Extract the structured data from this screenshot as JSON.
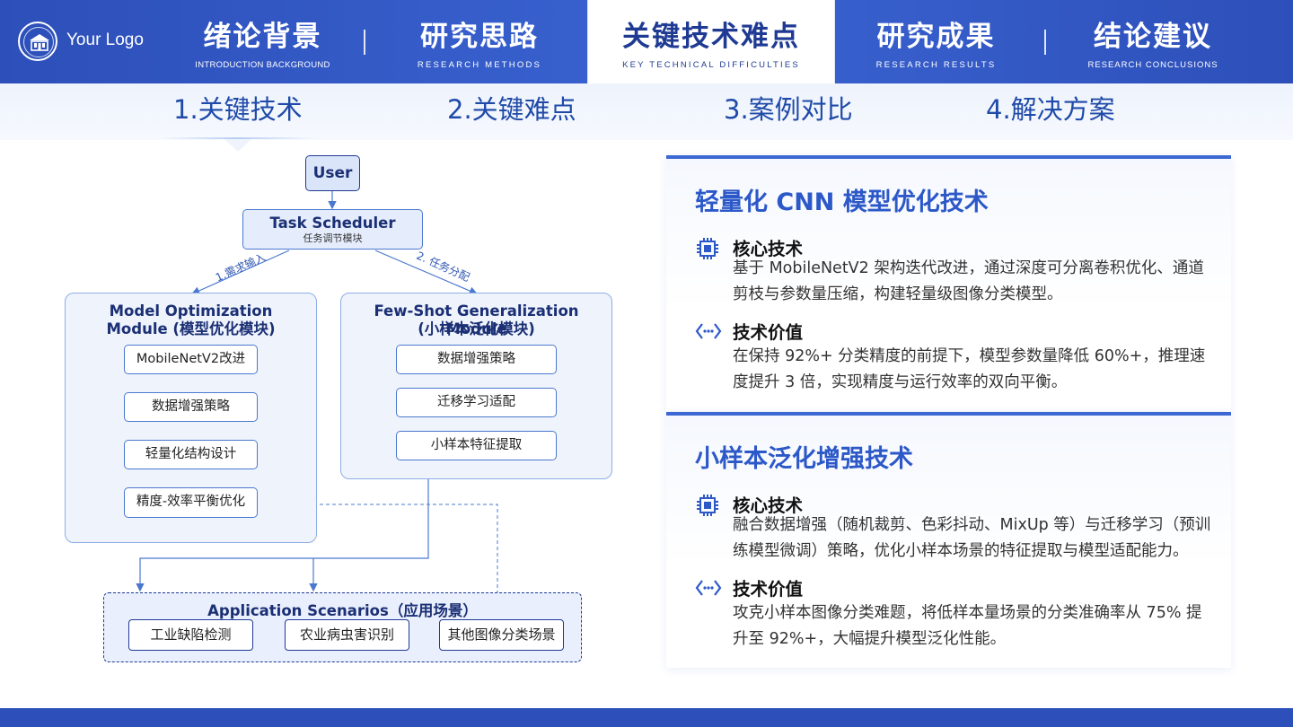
{
  "header": {
    "logo_text": "Your Logo",
    "tabs": [
      {
        "cn": "绪论背景",
        "en": "INTRODUCTION BACKGROUND",
        "active": false
      },
      {
        "cn": "研究思路",
        "en": "RESEARCH METHODS",
        "active": false
      },
      {
        "cn": "关键技术难点",
        "en": "KEY TECHNICAL DIFFICULTIES",
        "active": true
      },
      {
        "cn": "研究成果",
        "en": "RESEARCH RESULTS",
        "active": false
      },
      {
        "cn": "结论建议",
        "en": "RESEARCH CONCLUSIONS",
        "active": false
      }
    ]
  },
  "subtabs": [
    {
      "label": "1.关键技术",
      "active": true
    },
    {
      "label": "2.关键难点",
      "active": false
    },
    {
      "label": "3.案例对比",
      "active": false
    },
    {
      "label": "4.解决方案",
      "active": false
    }
  ],
  "diagram": {
    "user": "User",
    "scheduler": {
      "title": "Task Scheduler",
      "subtitle": "任务调节模块"
    },
    "edge_left": "1.需求输入",
    "edge_right": "2. 任务分配",
    "model_module": {
      "title_line1": "Model Optimization",
      "title_line2": "Module (模型优化模块)",
      "steps": [
        "MobileNetV2改进",
        "数据增强策略",
        "轻量化结构设计",
        "精度-效率平衡优化"
      ]
    },
    "fewshot_module": {
      "title_line1": "Few-Shot Generalization Module",
      "title_line2": "(小样本泛化模块)",
      "steps": [
        "数据增强策略",
        "迁移学习适配",
        "小样本特征提取"
      ]
    },
    "applications": {
      "title": "Application Scenarios（应用场景）",
      "items": [
        "工业缺陷检测",
        "农业病虫害识别",
        "其他图像分类场景"
      ]
    }
  },
  "cards": [
    {
      "title": "轻量化 CNN 模型优化技术",
      "sections": [
        {
          "icon": "chip-icon",
          "head": "核心技术",
          "body": "基于 MobileNetV2 架构迭代改进，通过深度可分离卷积优化、通道剪枝与参数量压缩，构建轻量级图像分类模型。"
        },
        {
          "icon": "code-arrows-icon",
          "head": "技术价值",
          "body": "在保持 92%+ 分类精度的前提下，模型参数量降低 60%+，推理速度提升 3 倍，实现精度与运行效率的双向平衡。"
        }
      ]
    },
    {
      "title": "小样本泛化增强技术",
      "sections": [
        {
          "icon": "chip-icon",
          "head": "核心技术",
          "body": "融合数据增强（随机裁剪、色彩抖动、MixUp 等）与迁移学习（预训练模型微调）策略，优化小样本场景的特征提取与模型适配能力。"
        },
        {
          "icon": "code-arrows-icon",
          "head": "技术价值",
          "body": "攻克小样本图像分类难题，将低样本量场景的分类准确率从 75% 提升至 92%+，大幅提升模型泛化性能。"
        }
      ]
    }
  ],
  "colors": {
    "primary": "#2d4fb9",
    "accent": "#2c58c8",
    "panel": "#eef3fc"
  }
}
